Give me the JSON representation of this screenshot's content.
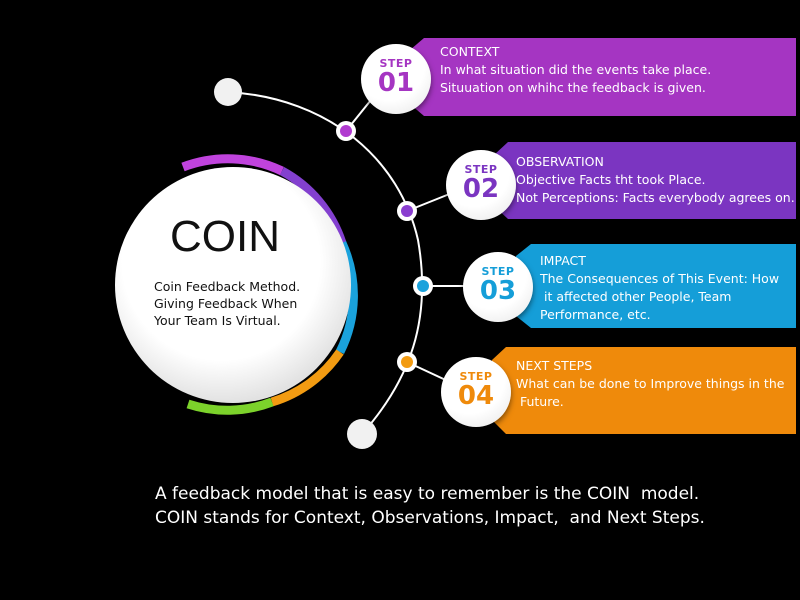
{
  "colors": {
    "background": "#000000",
    "context": "#a535c2",
    "observation": "#7b35c1",
    "impact": "#159ed8",
    "next_steps": "#ef8a0b",
    "green": "#7ad32a"
  },
  "center": {
    "title": "COIN",
    "description": [
      "Coin Feedback Method.",
      "Giving Feedback When",
      "Your Team Is Virtual."
    ]
  },
  "steps": [
    {
      "step_label": "STEP",
      "number": "01",
      "title": "CONTEXT",
      "lines": [
        "In what situation did the events take place.",
        "Situuation on whihc the feedback is given."
      ]
    },
    {
      "step_label": "STEP",
      "number": "02",
      "title": "OBSERVATION",
      "lines": [
        "Objective Facts tht took Place.",
        "Not Perceptions: Facts everybody agrees on."
      ]
    },
    {
      "step_label": "STEP",
      "number": "03",
      "title": "IMPACT",
      "lines": [
        "The Consequences of This Event: How",
        " it affected other People, Team",
        "Performance, etc."
      ]
    },
    {
      "step_label": "STEP",
      "number": "04",
      "title": "NEXT STEPS",
      "lines": [
        "What can be done to Improve things in the",
        " Future."
      ]
    }
  ],
  "footer": {
    "lines": [
      "A feedback model that is easy to remember is the COIN  model.",
      "COIN stands for Context, Observations, Impact,  and Next Steps."
    ]
  }
}
